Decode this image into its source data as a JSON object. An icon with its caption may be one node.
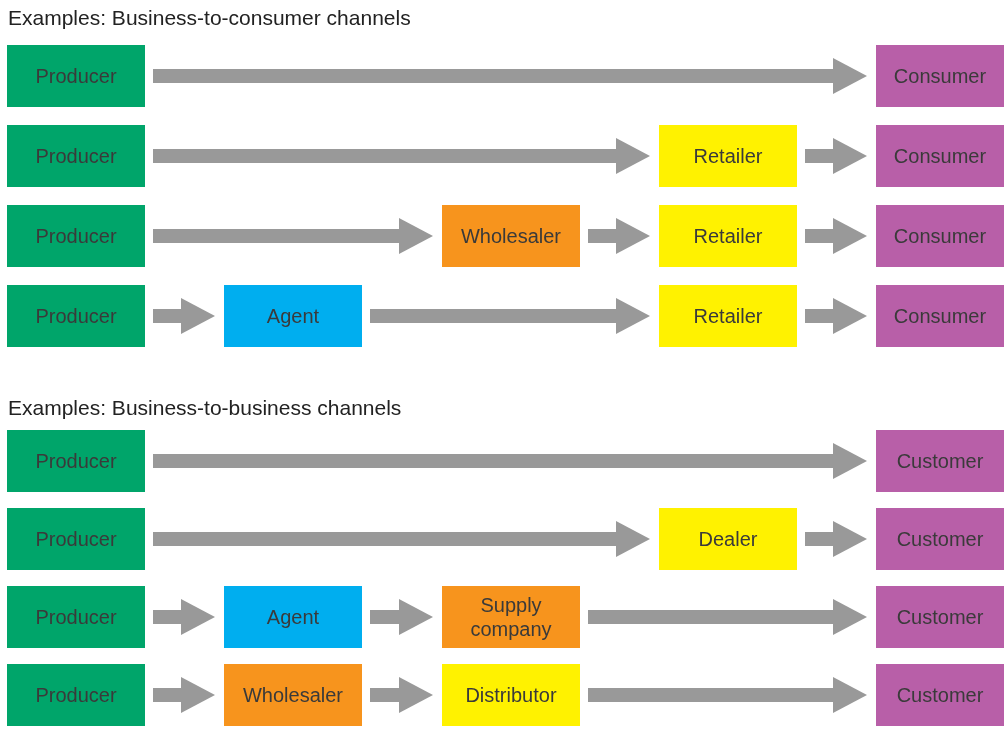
{
  "diagram": {
    "nodes": [
      {
        "text": [
          "Producer"
        ]
      },
      {
        "text": [
          "Consumer"
        ]
      },
      {
        "text": [
          "Producer"
        ]
      },
      {
        "text": [
          "Retailer"
        ]
      },
      {
        "text": [
          "Consumer"
        ]
      },
      {
        "text": [
          "Producer"
        ]
      },
      {
        "text": [
          "Wholesaler"
        ]
      },
      {
        "text": [
          "Retailer"
        ]
      },
      {
        "text": [
          "Consumer"
        ]
      },
      {
        "text": [
          "Producer"
        ]
      },
      {
        "text": [
          "Agent"
        ]
      },
      {
        "text": [
          "Retailer"
        ]
      },
      {
        "text": [
          "Consumer"
        ]
      },
      {
        "text": [
          "Producer"
        ]
      },
      {
        "text": [
          "Customer"
        ]
      },
      {
        "text": [
          "Producer"
        ]
      },
      {
        "text": [
          "Dealer"
        ]
      },
      {
        "text": [
          "Customer"
        ]
      },
      {
        "text": [
          "Producer"
        ]
      },
      {
        "text": [
          "Agent"
        ]
      },
      {
        "text": [
          "Supply company"
        ]
      },
      {
        "text": [
          "Customer"
        ]
      },
      {
        "text": [
          "Producer"
        ]
      },
      {
        "text": [
          "Wholesaler"
        ]
      },
      {
        "text": [
          "Distributor"
        ]
      },
      {
        "text": [
          "Customer"
        ]
      }
    ],
    "edges": [
      {
        "from": 0,
        "to": 1,
        "arrow": "to"
      },
      {
        "from": 2,
        "to": 3,
        "arrow": "to"
      },
      {
        "from": 3,
        "to": 4,
        "arrow": "to"
      },
      {
        "from": 5,
        "to": 6,
        "arrow": "to"
      },
      {
        "from": 6,
        "to": 7,
        "arrow": "to"
      },
      {
        "from": 7,
        "to": 8,
        "arrow": "to"
      },
      {
        "from": 9,
        "to": 10,
        "arrow": "to"
      },
      {
        "from": 10,
        "to": 11,
        "arrow": "to"
      },
      {
        "from": 11,
        "to": 12,
        "arrow": "to"
      },
      {
        "from": 13,
        "to": 14,
        "arrow": "to"
      },
      {
        "from": 15,
        "to": 16,
        "arrow": "to"
      },
      {
        "from": 16,
        "to": 17,
        "arrow": "to"
      },
      {
        "from": 18,
        "to": 19,
        "arrow": "to"
      },
      {
        "from": 19,
        "to": 20,
        "arrow": "to"
      },
      {
        "from": 20,
        "to": 21,
        "arrow": "to"
      },
      {
        "from": 22,
        "to": 23,
        "arrow": "to"
      },
      {
        "from": 23,
        "to": 24,
        "arrow": "to"
      },
      {
        "from": 24,
        "to": 25,
        "arrow": "to"
      }
    ],
    "labels": [
      "Examples: Business-to-consumer channels",
      "Examples: Business-to-business channels"
    ]
  }
}
